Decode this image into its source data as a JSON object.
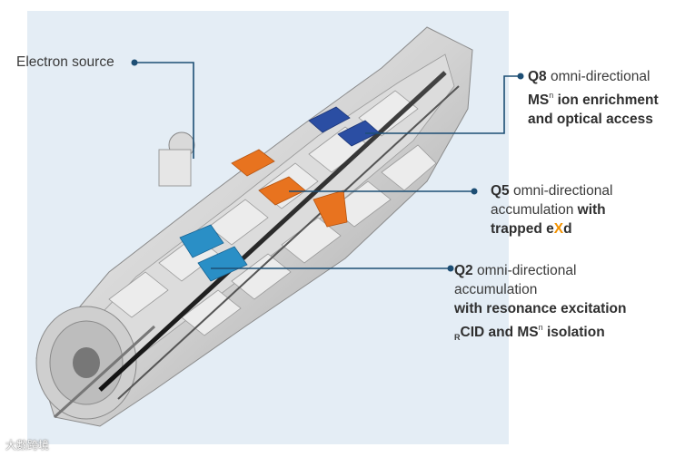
{
  "electron_label": "Electron source",
  "q8": {
    "head": "Q8",
    "rest": " omni-directional",
    "l2a": "MS",
    "l2sup": "n",
    "l2b": " ion enrichment",
    "l3": "and optical access"
  },
  "q5": {
    "head": "Q5",
    "rest": " omni-directional",
    "l2a": "accumulation ",
    "l2b": "with",
    "l3a": "trapped e",
    "l3x": "X",
    "l3b": "d"
  },
  "q2": {
    "head": "Q2",
    "rest": " omni-directional",
    "l2": "accumulation",
    "l3": "with resonance excitation",
    "l4sub": "R",
    "l4a": "CID and MS",
    "l4sup": "n",
    "l4b": " isolation"
  },
  "watermark": "大數跨境",
  "colors": {
    "callout": "#1d4e74",
    "q8_block": "#2b4ea3",
    "q5_block": "#e8731f",
    "q2_block": "#2a8fc6",
    "panel": "#e4edf5",
    "accent_x": "#f39200"
  }
}
